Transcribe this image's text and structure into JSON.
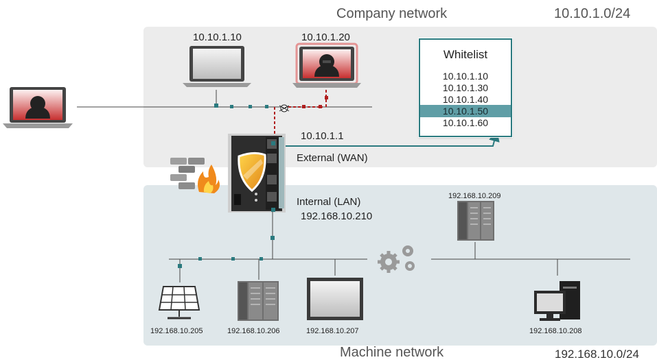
{
  "zones": {
    "company": {
      "title": "Company network",
      "subnet": "10.10.1.0/24"
    },
    "machine": {
      "title": "Machine network",
      "subnet": "192.168.10.0/24"
    }
  },
  "laptops": [
    {
      "ip": "10.10.1.10",
      "compromised": false
    },
    {
      "ip": "10.10.1.20",
      "compromised": true
    }
  ],
  "whitelist": {
    "title": "Whitelist",
    "entries": [
      "10.10.1.10",
      "10.10.1.30",
      "10.10.1.40",
      "10.10.1.50",
      "10.10.1.60"
    ],
    "highlighted_index": 3
  },
  "gateway": {
    "wan_ip": "10.10.1.1",
    "wan_label": "External (WAN)",
    "lan_label": "Internal (LAN)",
    "lan_ip": "192.168.10.210"
  },
  "devices": [
    {
      "ip": "192.168.10.205",
      "icon": "solar-panel-icon"
    },
    {
      "ip": "192.168.10.206",
      "icon": "plc-icon"
    },
    {
      "ip": "192.168.10.207",
      "icon": "hmi-panel-icon"
    },
    {
      "ip": "192.168.10.209",
      "icon": "plc-icon"
    },
    {
      "ip": "192.168.10.208",
      "icon": "workstation-icon"
    }
  ],
  "colors": {
    "accent": "#2a7a7f",
    "danger": "#b01e1e",
    "node": "#2a7a7f"
  }
}
